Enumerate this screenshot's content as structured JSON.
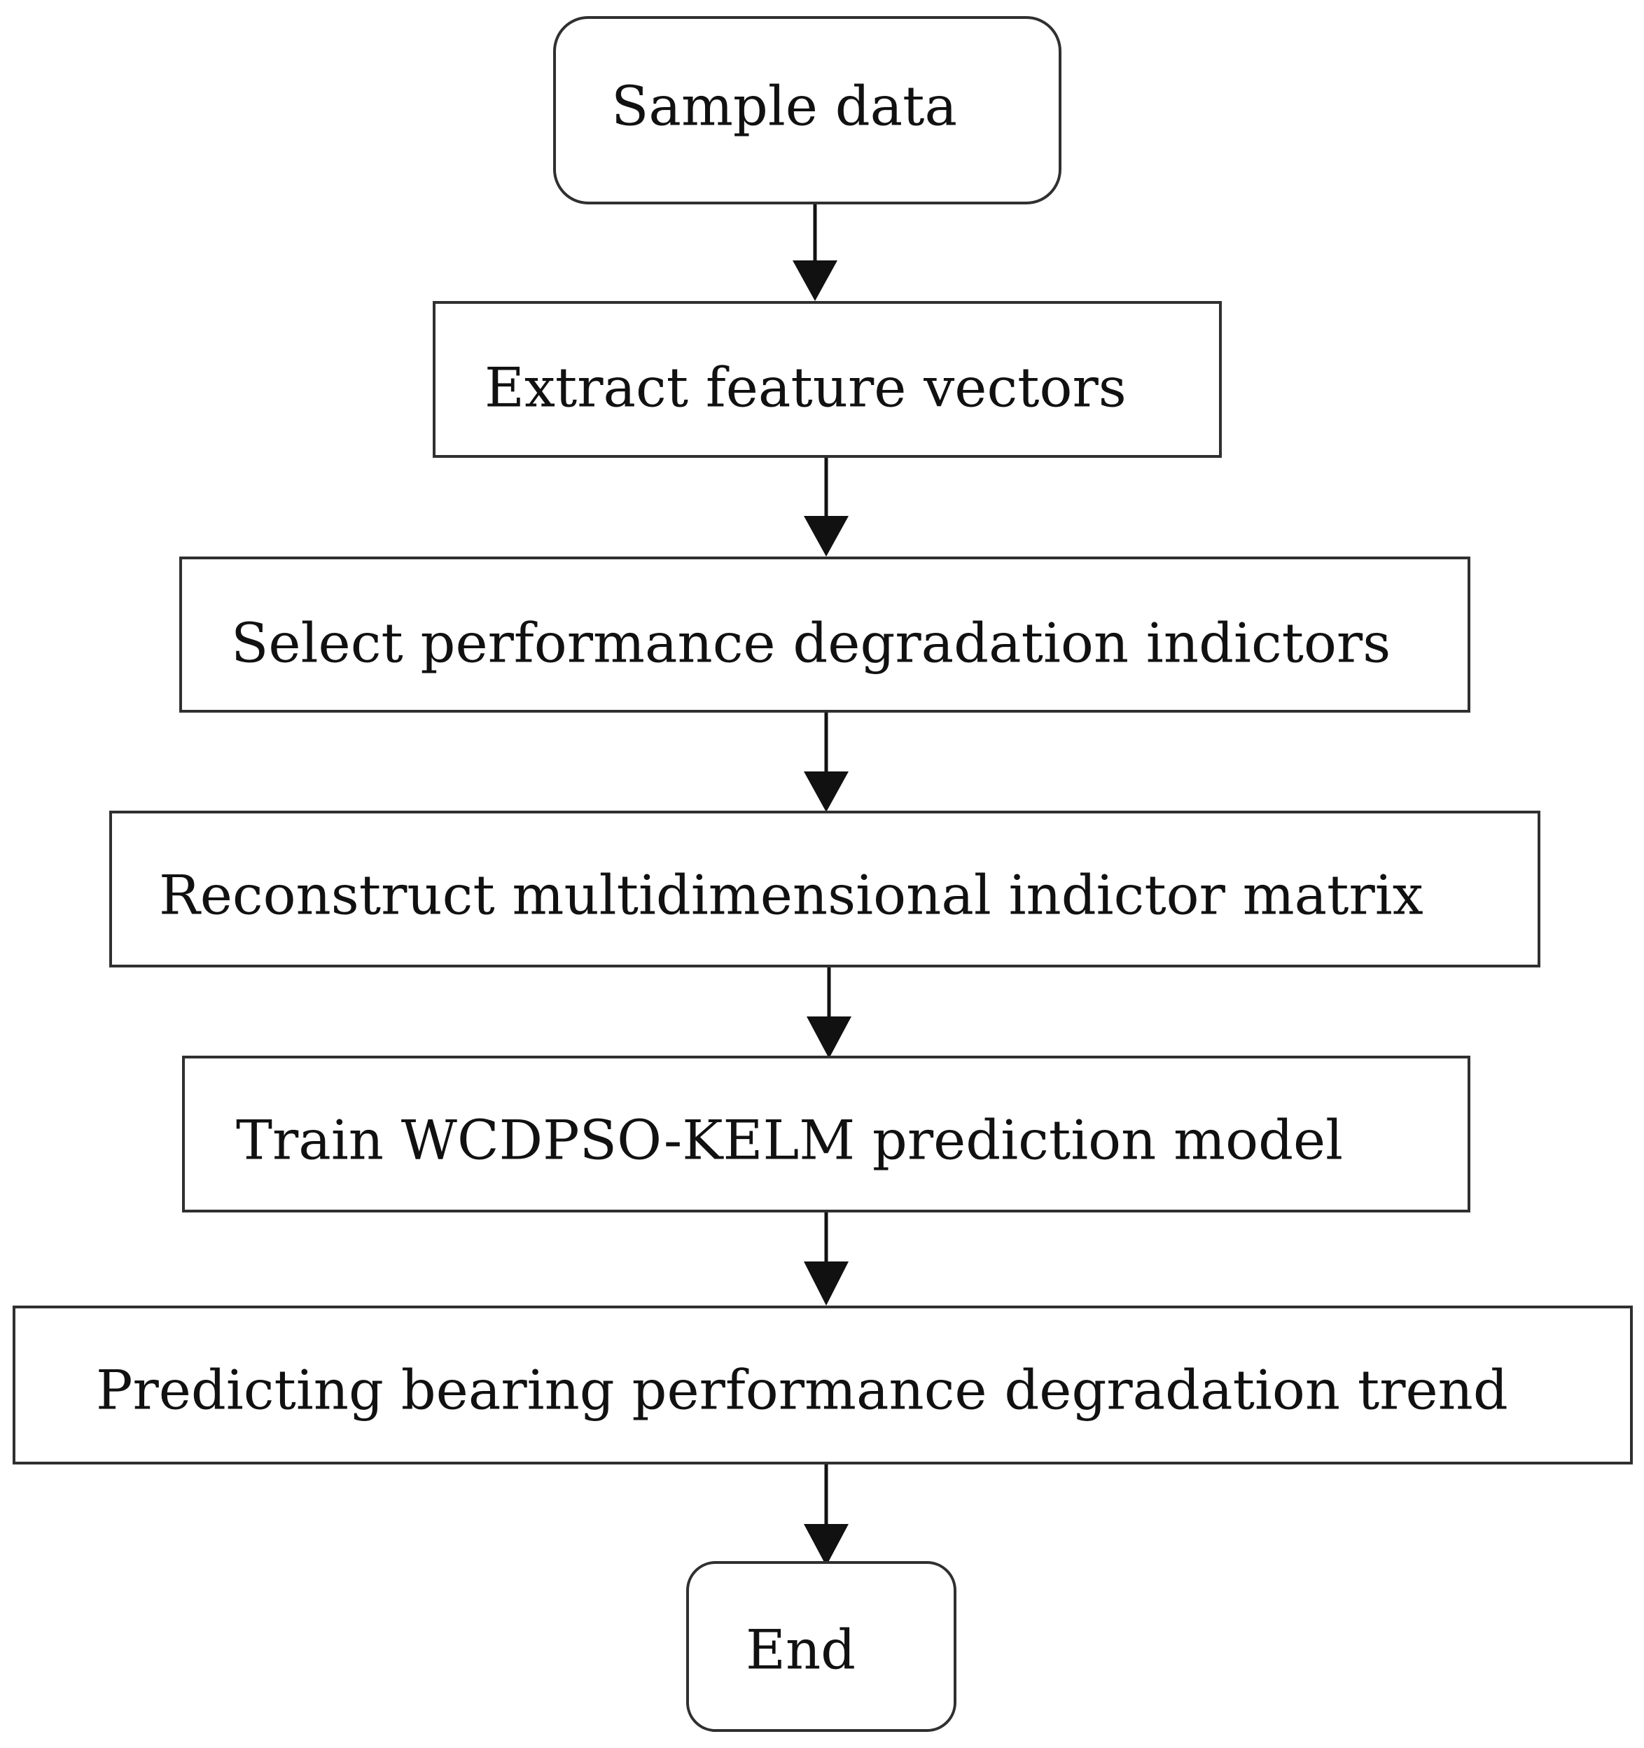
{
  "flowchart": {
    "steps": [
      {
        "id": "start",
        "label": "Sample data",
        "shape": "rounded"
      },
      {
        "id": "extract",
        "label": "Extract feature vectors",
        "shape": "rect"
      },
      {
        "id": "select",
        "label": "Select performance degradation indictors",
        "shape": "rect"
      },
      {
        "id": "reconstruct",
        "label": "Reconstruct multidimensional indictor matrix",
        "shape": "rect"
      },
      {
        "id": "train",
        "label": "Train WCDPSO-KELM prediction model",
        "shape": "rect"
      },
      {
        "id": "predict",
        "label": "Predicting bearing performance degradation trend",
        "shape": "rect"
      },
      {
        "id": "end",
        "label": "End",
        "shape": "rounded"
      }
    ],
    "connections": [
      {
        "from": "start",
        "to": "extract"
      },
      {
        "from": "extract",
        "to": "select"
      },
      {
        "from": "select",
        "to": "reconstruct"
      },
      {
        "from": "reconstruct",
        "to": "train"
      },
      {
        "from": "train",
        "to": "predict"
      },
      {
        "from": "predict",
        "to": "end"
      }
    ],
    "colors": {
      "border": "#303030",
      "text": "#111111",
      "arrow": "#111111",
      "background": "#ffffff"
    }
  }
}
